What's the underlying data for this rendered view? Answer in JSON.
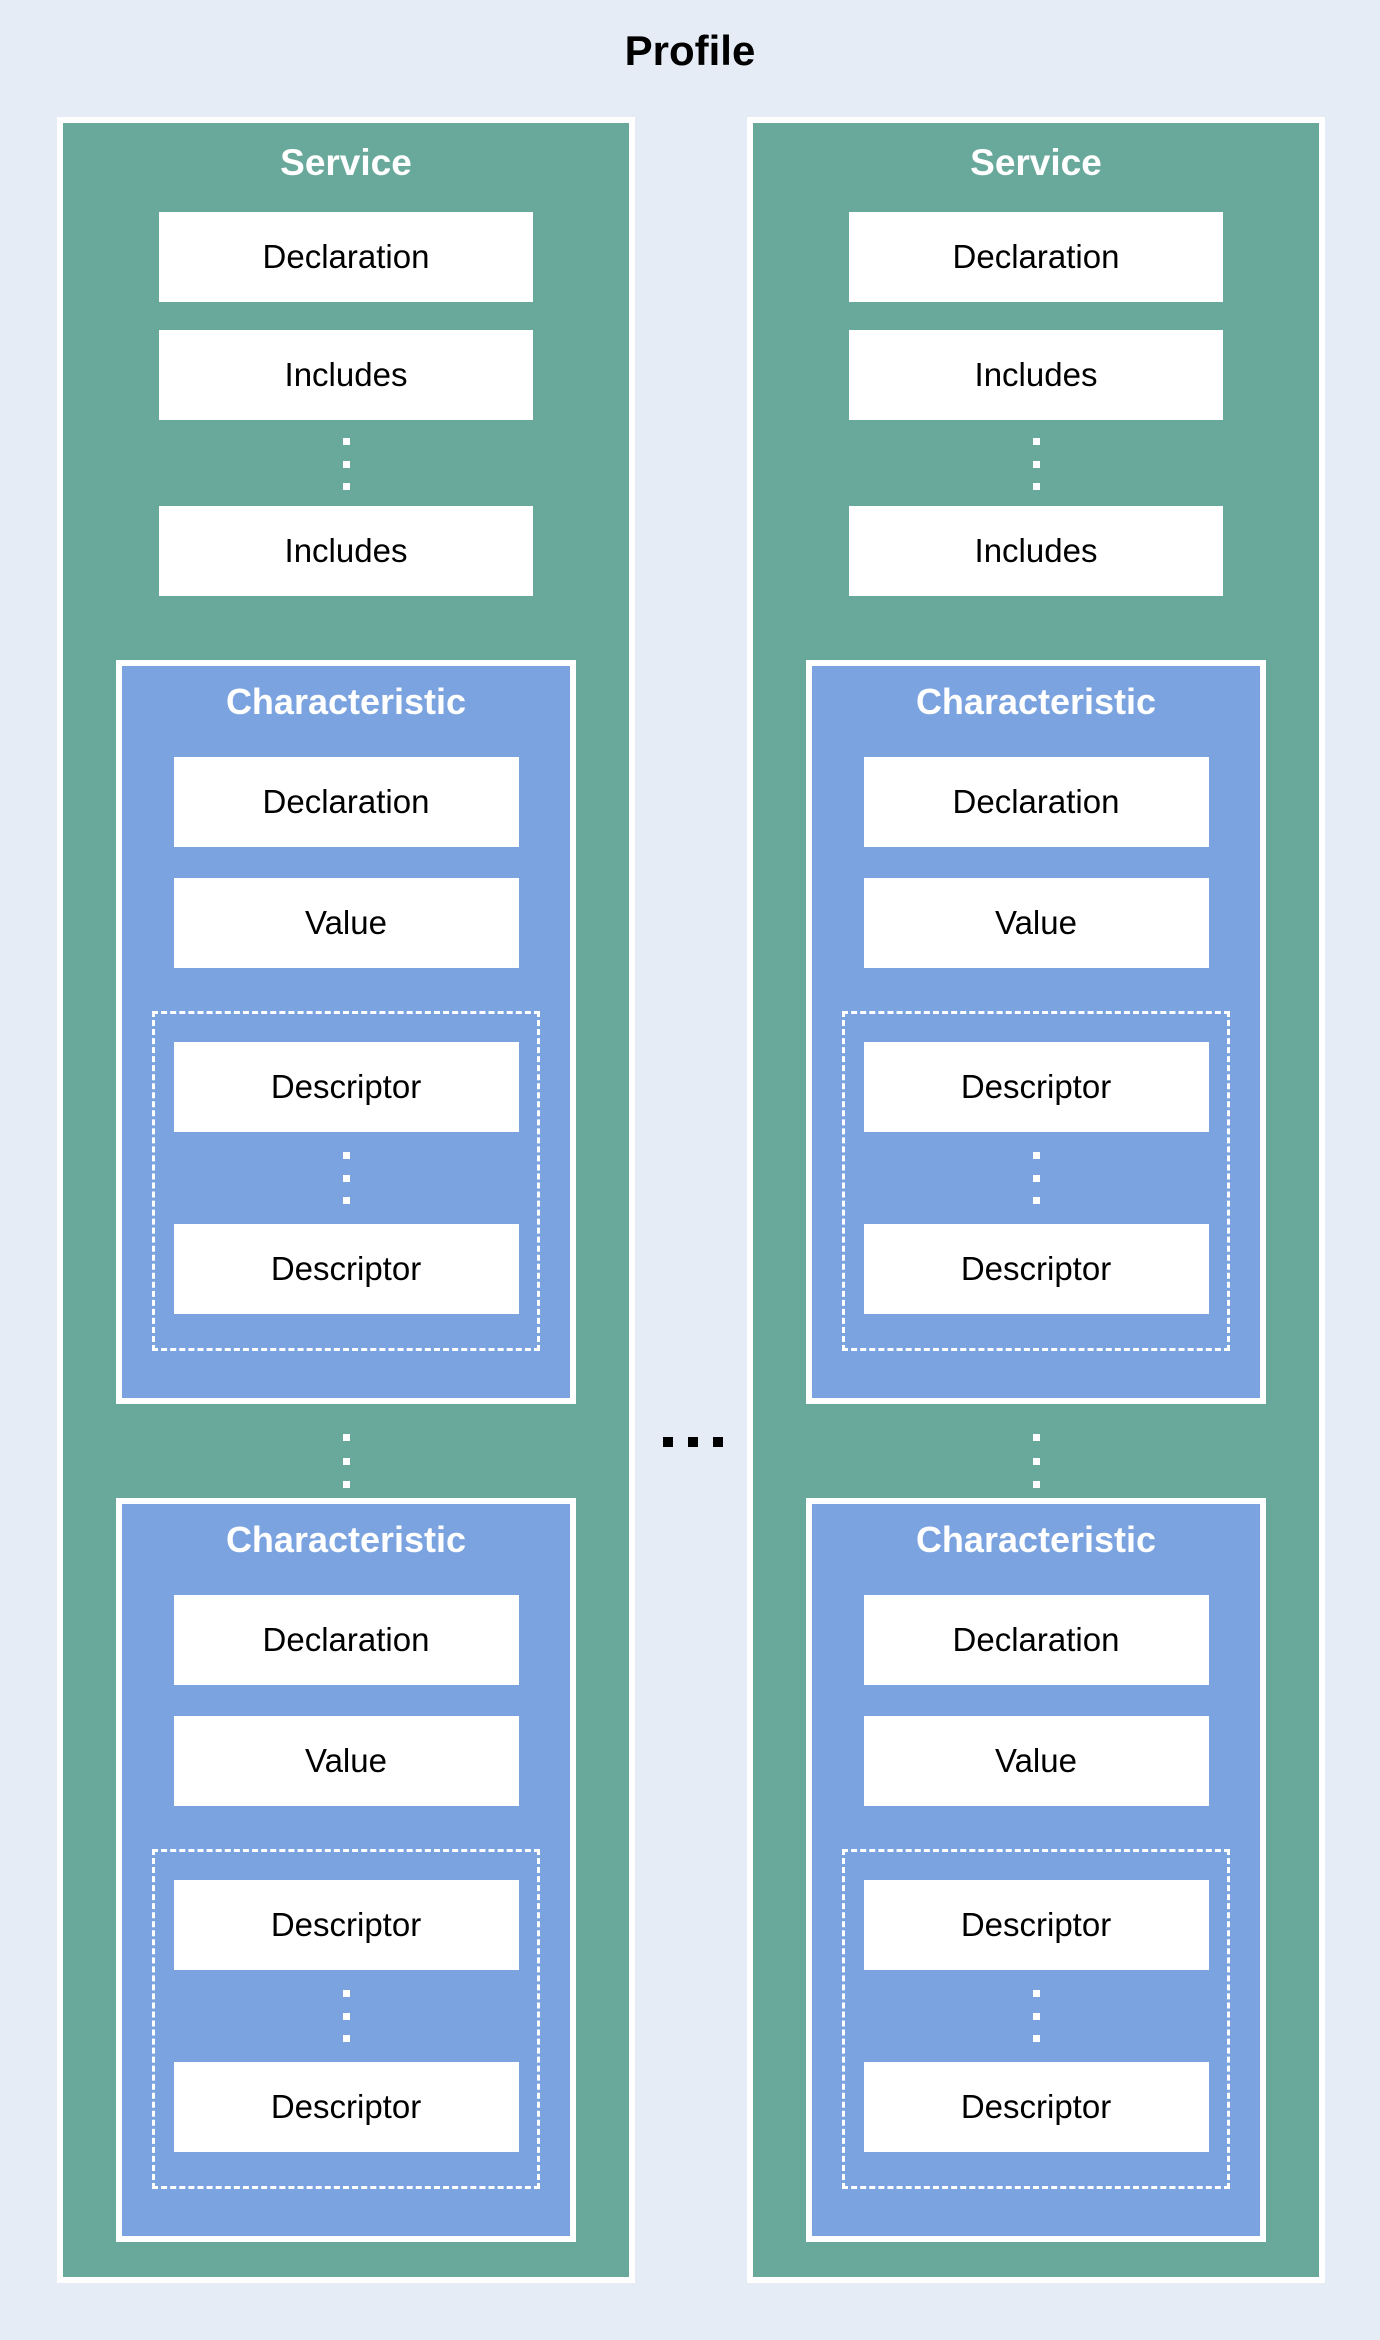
{
  "title": "Profile",
  "colors": {
    "background": "#e6ecf5",
    "service_fill": "#68a99b",
    "characteristic_fill": "#7ba3e0",
    "box_fill": "#ffffff",
    "label_text": "#ffffff",
    "box_text": "#000000"
  },
  "services": [
    {
      "label": "Service",
      "declaration": "Declaration",
      "includes": [
        "Includes",
        "Includes"
      ],
      "characteristics": [
        {
          "label": "Characteristic",
          "declaration": "Declaration",
          "value": "Value",
          "descriptors": [
            "Descriptor",
            "Descriptor"
          ]
        },
        {
          "label": "Characteristic",
          "declaration": "Declaration",
          "value": "Value",
          "descriptors": [
            "Descriptor",
            "Descriptor"
          ]
        }
      ]
    },
    {
      "label": "Service",
      "declaration": "Declaration",
      "includes": [
        "Includes",
        "Includes"
      ],
      "characteristics": [
        {
          "label": "Characteristic",
          "declaration": "Declaration",
          "value": "Value",
          "descriptors": [
            "Descriptor",
            "Descriptor"
          ]
        },
        {
          "label": "Characteristic",
          "declaration": "Declaration",
          "value": "Value",
          "descriptors": [
            "Descriptor",
            "Descriptor"
          ]
        }
      ]
    }
  ]
}
